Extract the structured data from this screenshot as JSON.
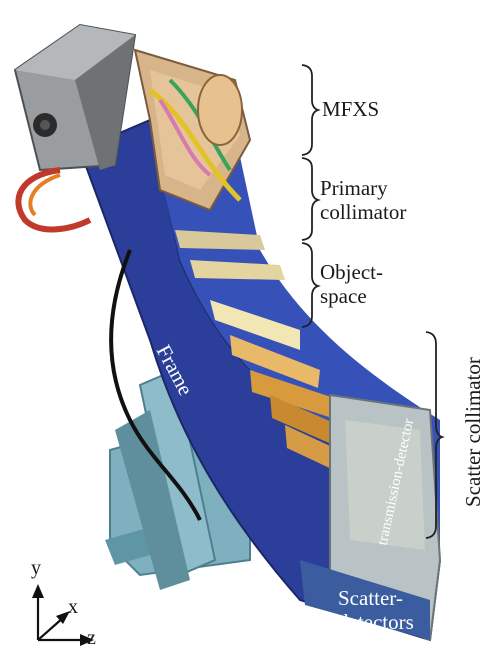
{
  "labels": {
    "mfxs": "MFXS",
    "primary_collimator_line1": "Primary",
    "primary_collimator_line2": "collimator",
    "object_space_line1": "Object-",
    "object_space_line2": "space",
    "scatter_collimator": "Scatter collimator",
    "frame": "Frame",
    "transmission_detector": "transmission-detector",
    "scatter_detectors_line1": "Scatter-",
    "scatter_detectors_line2": "detectors"
  },
  "axes": {
    "y": "y",
    "x": "x",
    "z": "z"
  },
  "colors": {
    "frame_blue": "#2b3f9a",
    "stand_teal": "#6ea2b0",
    "housing_gray": "#8a8d8f"
  }
}
